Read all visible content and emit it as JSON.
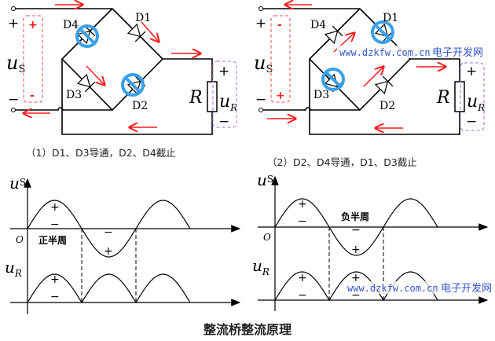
{
  "title": "整流桥整流原理",
  "circuits": [
    {
      "caption": "（1）D1、D3导通，D2、D4截止",
      "source_label": "u",
      "source_sub": "S",
      "source_polarity_outer": [
        "+",
        "−"
      ],
      "source_polarity_inner": [
        "+",
        "-"
      ],
      "diodes": [
        "D1",
        "D2",
        "D3",
        "D4"
      ],
      "blocked": [
        "D4",
        "D2"
      ],
      "load_label": "R",
      "load_voltage": "u",
      "load_voltage_sub": "R",
      "load_polarity": [
        "+",
        "−"
      ]
    },
    {
      "caption": "（2）D2、D4导通，D1、D3截止",
      "source_label": "u",
      "source_sub": "S",
      "source_polarity_outer": [
        "+",
        "−"
      ],
      "source_polarity_inner": [
        "-",
        "+"
      ],
      "diodes": [
        "D1",
        "D2",
        "D3",
        "D4"
      ],
      "blocked": [
        "D1",
        "D3"
      ],
      "load_label": "R",
      "load_voltage": "u",
      "load_voltage_sub": "R",
      "load_polarity": [
        "+",
        "−"
      ]
    }
  ],
  "waveforms": [
    {
      "top_label": "u",
      "top_sub": "S",
      "bottom_label": "u",
      "bottom_sub": "R",
      "origin": "O",
      "annotation": "正半周",
      "plus": "+",
      "minus": "−"
    },
    {
      "top_label": "u",
      "top_sub": "S",
      "bottom_label": "u",
      "bottom_sub": "R",
      "origin": "O",
      "annotation": "负半周",
      "plus": "+",
      "minus": "−"
    }
  ],
  "watermark": {
    "url": "www.dzkfw.com.cn",
    "site": "电子开发网"
  },
  "chart_data": {
    "type": "line",
    "title": "整流桥整流原理",
    "series": [
      {
        "name": "u_S",
        "x_half_cycles": [
          0,
          1,
          2,
          3
        ],
        "description": "sine wave, positive half, negative half, positive half"
      },
      {
        "name": "u_R",
        "x_half_cycles": [
          0,
          1,
          2,
          3
        ],
        "description": "full-wave rectified |sin|, three positive humps"
      }
    ],
    "xlabel": "",
    "ylabel": ""
  }
}
